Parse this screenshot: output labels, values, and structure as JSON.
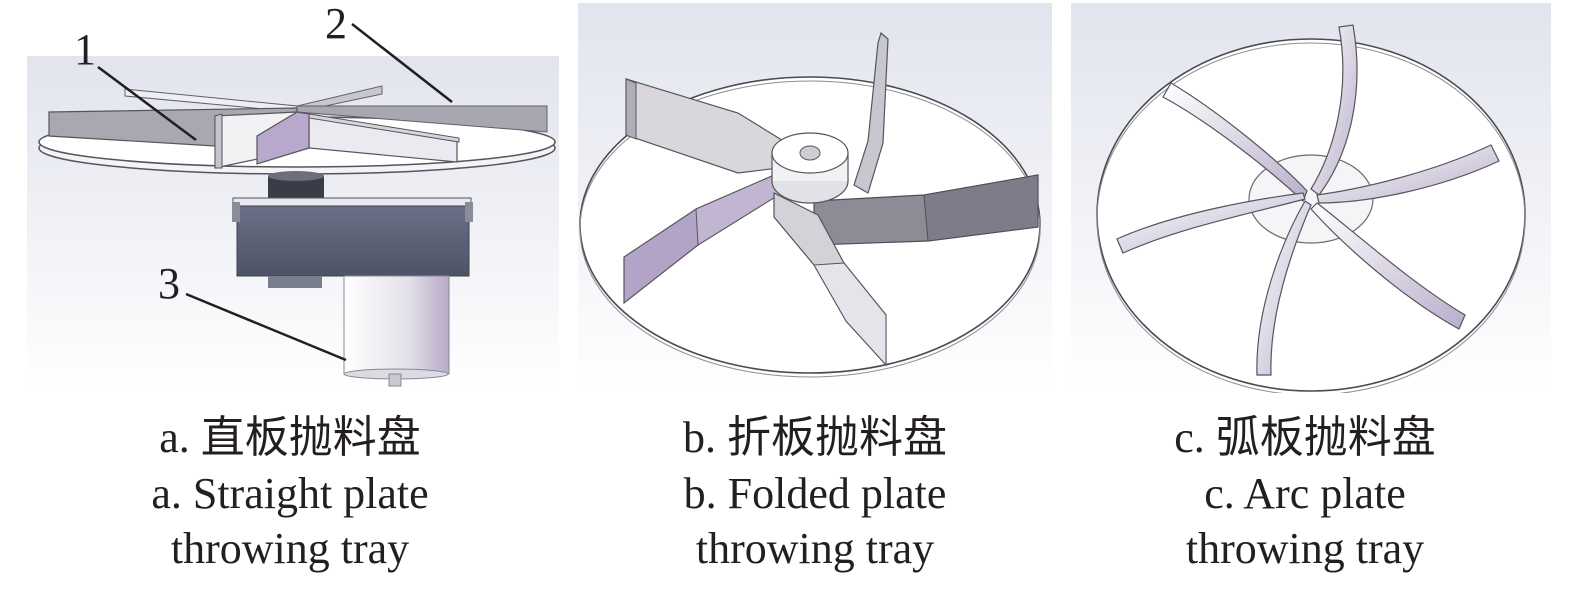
{
  "figure": {
    "panels": [
      {
        "id": "a",
        "caption_zh": "a. 直板抛料盘",
        "caption_en_line1": "a. Straight plate",
        "caption_en_line2": "throwing tray",
        "callouts": [
          "1",
          "2",
          "3"
        ]
      },
      {
        "id": "b",
        "caption_zh": "b. 折板抛料盘",
        "caption_en_line1": "b. Folded plate",
        "caption_en_line2": "throwing tray"
      },
      {
        "id": "c",
        "caption_zh": "c. 弧板抛料盘",
        "caption_en_line1": "c. Arc plate",
        "caption_en_line2": "throwing tray"
      }
    ]
  },
  "colors": {
    "background_gradient_top": "#e4e6ef",
    "background_gradient_bottom": "#ffffff",
    "disk_fill": "#ffffff",
    "disk_edge": "#4a4a50",
    "blade_light": "#d9d7dc",
    "blade_purple": "#b3a4c7",
    "blade_dark": "#8d8b96",
    "gearbox": "#5d6276",
    "motor": "#e8e6ec",
    "text": "#231f20"
  }
}
